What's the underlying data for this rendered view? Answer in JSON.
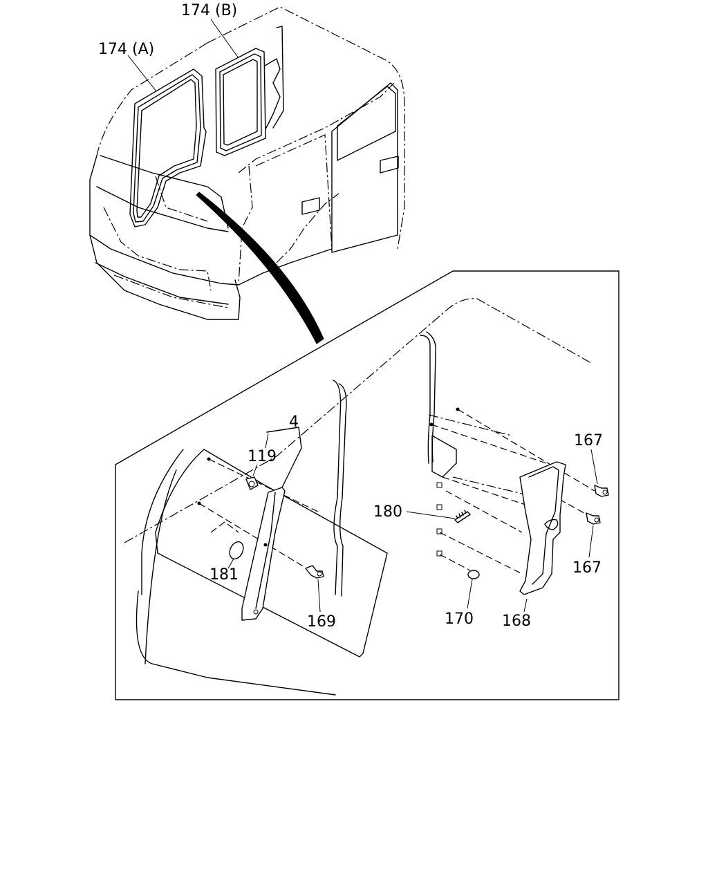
{
  "callouts": {
    "part_174a": "174 (A)",
    "part_174b": "174 (B)",
    "part_4": "4",
    "part_119": "119",
    "part_181": "181",
    "part_169": "169",
    "part_180": "180",
    "part_170": "170",
    "part_168": "168",
    "part_167_top": "167",
    "part_167_bottom": "167"
  },
  "colors": {
    "line": "#000000",
    "background": "#ffffff"
  }
}
